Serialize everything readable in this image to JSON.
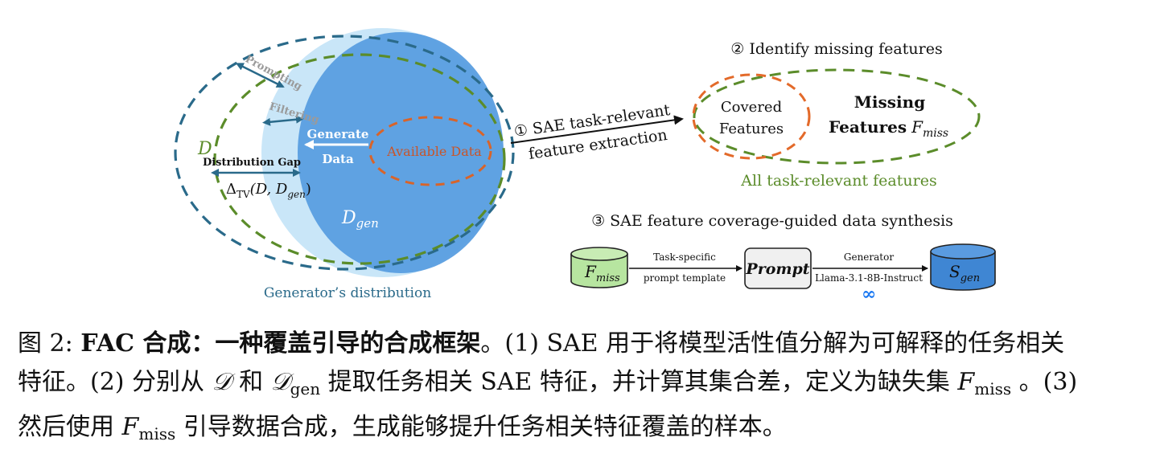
{
  "diagram": {
    "left": {
      "prompting": "Prompting",
      "filtering": "Filtering",
      "generate_l1": "Generate",
      "generate_l2": "Data",
      "available_data": "Available Data",
      "distribution_gap": "Distribution Gap",
      "tv_delta": "Δ",
      "tv_sub": "TV",
      "tv_args_open": "(D, D",
      "tv_args_sub": "gen",
      "tv_args_close": ")",
      "d_symbol": "D",
      "dgen_main": "D",
      "dgen_sub": "gen",
      "generators_distribution": "Generator’s distribution"
    },
    "step1": {
      "line1": "① SAE task-relevant",
      "line2": "feature extraction"
    },
    "step2": {
      "title": "② Identify missing features",
      "covered_l1": "Covered",
      "covered_l2": "Features",
      "missing_l1": "Missing",
      "missing_l2": "Features",
      "missing_f": "F",
      "missing_sub": "miss",
      "all_features": "All task-relevant features"
    },
    "step3": {
      "title": "③ SAE feature coverage-guided data synthesis",
      "fmiss_main": "F",
      "fmiss_sub": "miss",
      "task_specific": "Task-specific",
      "prompt_template": "prompt template",
      "prompt": "Prompt",
      "generator": "Generator",
      "llama": "Llama-3.1-8B-Instruct",
      "meta_logo": "∞",
      "sgen_main": "S",
      "sgen_sub": "gen"
    },
    "colors": {
      "navy_dash": "#2a6a8a",
      "green_dash": "#5b8c2a",
      "light_blue": "#c9e6f8",
      "mid_blue": "#5a9ee0",
      "orange": "#d8642a",
      "arrow_teal": "#2a6a8a",
      "cyl_green": "#b7e5a0",
      "cyl_blue": "#3f86d3",
      "meta_blue": "#1877f2"
    }
  },
  "caption": {
    "fig_label": "图 2:",
    "bold_title": "FAC 合成：一种覆盖引导的合成框架",
    "line1_rest": "。(1) SAE 用于将模型活性值分解为可解释的任务相关",
    "line2_a": "特征。(2) 分别从",
    "script_d": "𝒟",
    "line2_b": "和",
    "script_d2": "𝒟",
    "gen_sub": "gen",
    "line2_c": "提取任务相关 SAE 特征，并计算其集合差，定义为缺失集",
    "f_italic": "F",
    "miss_sub": "miss",
    "line2_d": "。(3)",
    "line3_a": "然后使用",
    "f_italic2": "F",
    "miss_sub2": "miss",
    "line3_b": "引导数据合成，生成能够提升任务相关特征覆盖的样本。"
  }
}
